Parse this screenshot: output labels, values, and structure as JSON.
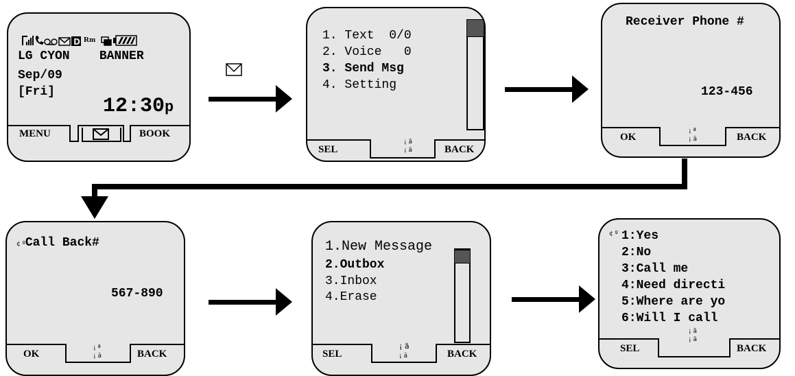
{
  "screen1": {
    "status_icons": [
      "signal-icon",
      "call-icon",
      "voicemail-icon",
      "message-icon",
      "data-icon",
      "roaming-icon",
      "network-icon",
      "battery-icon"
    ],
    "roaming": "Rm",
    "data_letter": "D",
    "line1": "LG CYON    BANNER",
    "date": "Sep/09",
    "day": "[Fri]",
    "time": "12:30",
    "time_suffix": "p",
    "menu": "MENU",
    "book": "BOOK"
  },
  "screen2": {
    "items": [
      "1. Text  0/0",
      "2. Voice   0",
      "3. Send Msg",
      "4. Setting"
    ],
    "sel": "SEL",
    "back": "BACK",
    "mid_top": "¡ ã",
    "mid_bot": "¡ ä"
  },
  "screen3": {
    "title": "Receiver Phone #",
    "number": "123-456",
    "ok": "OK",
    "back": "BACK",
    "mid_top": "¡ ª",
    "mid_bot": "¡ ä"
  },
  "screen4": {
    "prefix": "¢ º",
    "title": "Call Back#",
    "number": "567-890",
    "ok": "OK",
    "back": "BACK",
    "mid_top": "¡ ª",
    "mid_bot": "¡ ä"
  },
  "screen5": {
    "items": [
      "1.New Message",
      "2.Outbox",
      "3.Inbox",
      "4.Erase"
    ],
    "sel": "SEL",
    "back": "BACK",
    "mid_top": "¡ ã",
    "mid_bot": "¡ ä"
  },
  "screen6": {
    "prefix": "¢ º",
    "items": [
      "1:Yes",
      "2:No",
      "3:Call me",
      "4:Need directi",
      "5:Where are yo",
      "6:Will I call"
    ],
    "sel": "SEL",
    "back": "BACK",
    "mid_top": "¡ ã",
    "mid_bot": "¡ ä"
  },
  "colors": {
    "screen_bg": "#e6e6e6",
    "stroke": "#000000",
    "thumb": "#555555"
  }
}
